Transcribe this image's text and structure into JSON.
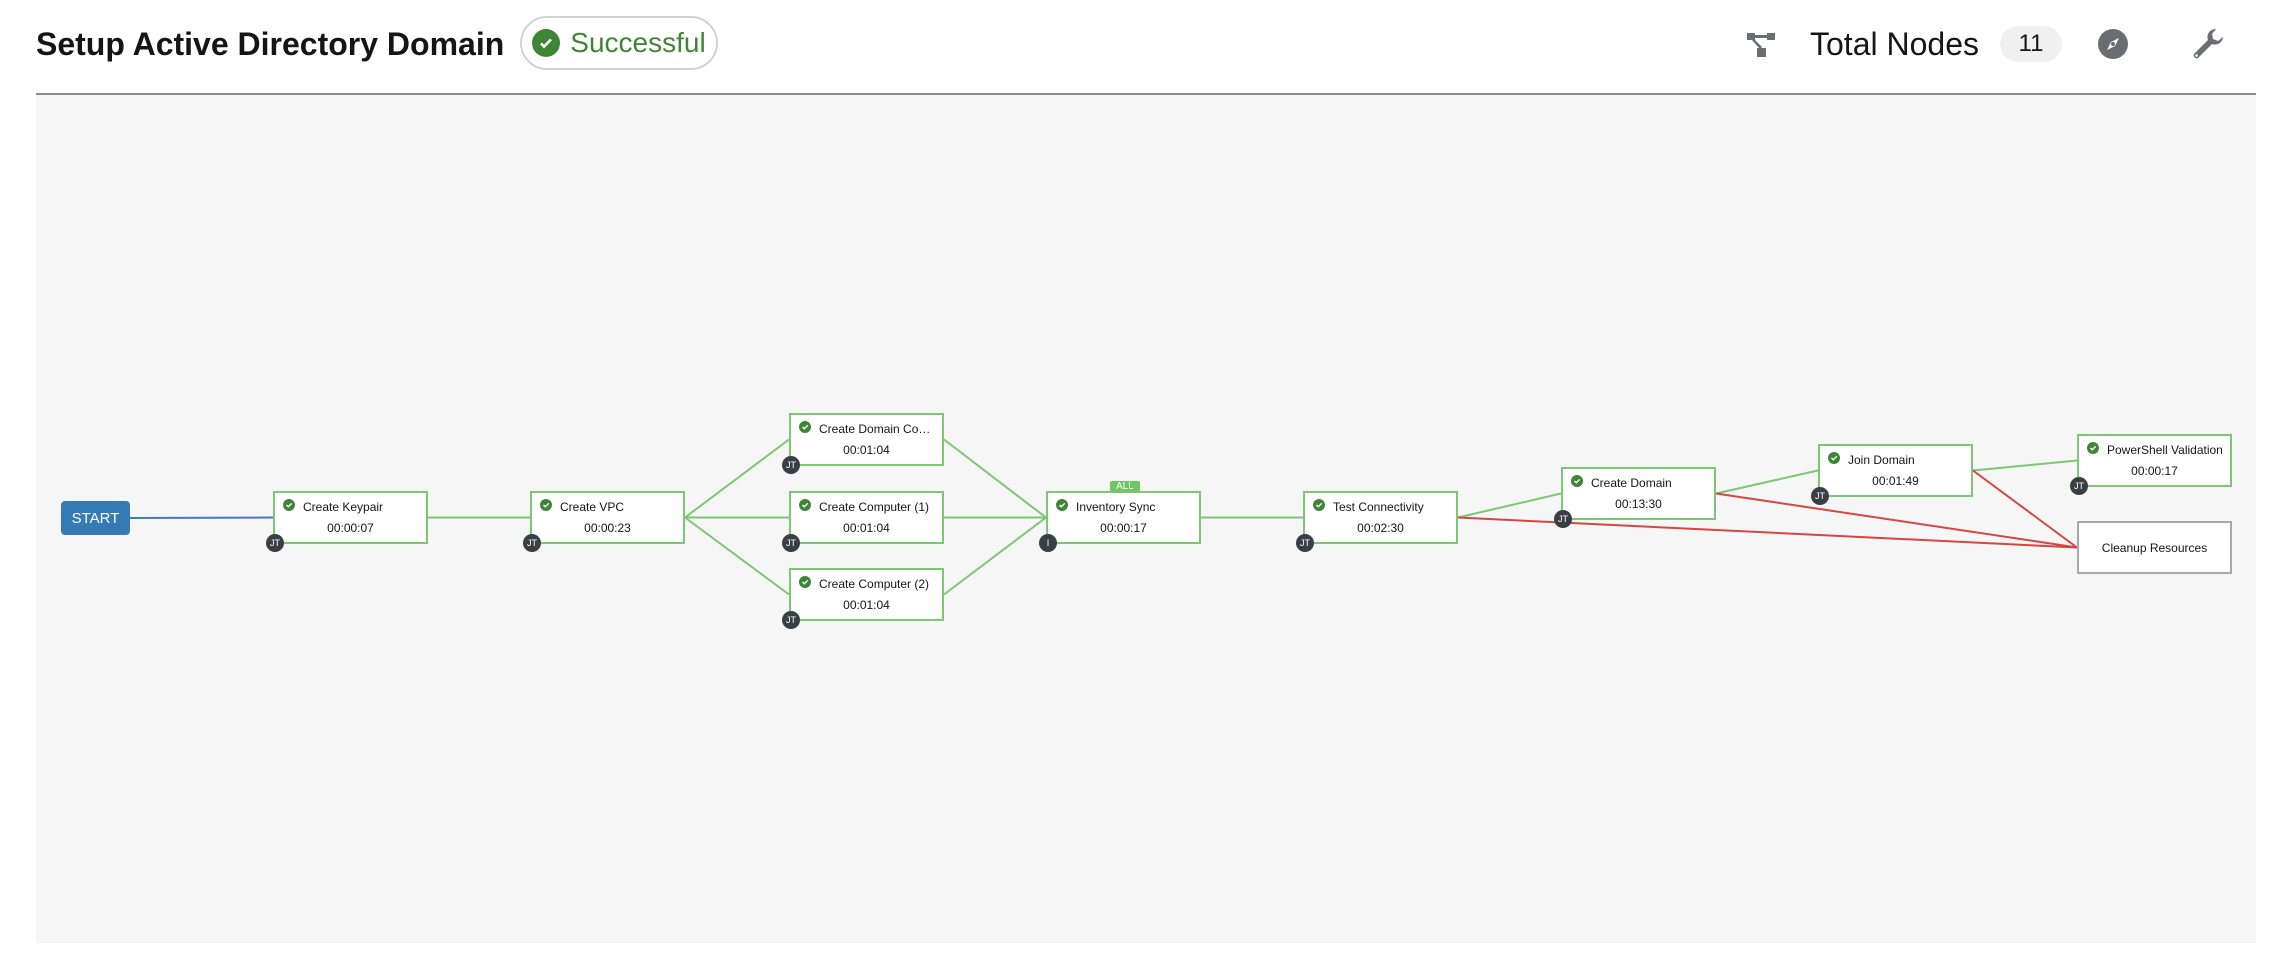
{
  "header": {
    "title": "Setup Active Directory Domain",
    "status": "Successful",
    "status_color": "#3e8635",
    "total_nodes_label": "Total Nodes",
    "total_nodes_count": "11",
    "icons": [
      "workflow-tree-icon",
      "compass-icon",
      "wrench-icon"
    ]
  },
  "graph": {
    "start_label": "START",
    "colors": {
      "success_edge": "#7cc674",
      "failure_edge": "#d64541",
      "start_edge": "#4a78b8",
      "start": "#337ab7"
    },
    "nodes": [
      {
        "id": "keypair",
        "label": "Create Keypair",
        "time": "00:00:07",
        "type": "JT",
        "status": "success"
      },
      {
        "id": "vpc",
        "label": "Create VPC",
        "time": "00:00:23",
        "type": "JT",
        "status": "success"
      },
      {
        "id": "dc",
        "label": "Create Domain Contr...",
        "time": "00:01:04",
        "type": "JT",
        "status": "success"
      },
      {
        "id": "c1",
        "label": "Create Computer (1)",
        "time": "00:01:04",
        "type": "JT",
        "status": "success"
      },
      {
        "id": "c2",
        "label": "Create Computer (2)",
        "time": "00:01:04",
        "type": "JT",
        "status": "success"
      },
      {
        "id": "inv",
        "label": "Inventory Sync",
        "time": "00:00:17",
        "type": "I",
        "status": "success",
        "convergence": "ALL"
      },
      {
        "id": "test",
        "label": "Test Connectivity",
        "time": "00:02:30",
        "type": "JT",
        "status": "success"
      },
      {
        "id": "domain",
        "label": "Create Domain",
        "time": "00:13:30",
        "type": "JT",
        "status": "success"
      },
      {
        "id": "join",
        "label": "Join Domain",
        "time": "00:01:49",
        "type": "JT",
        "status": "success"
      },
      {
        "id": "ps",
        "label": "PowerShell Validation",
        "time": "00:00:17",
        "type": "JT",
        "status": "success"
      },
      {
        "id": "cleanup",
        "label": "Cleanup Resources",
        "status": "not-run"
      }
    ],
    "edges": [
      {
        "from": "start",
        "to": "keypair",
        "kind": "always"
      },
      {
        "from": "keypair",
        "to": "vpc",
        "kind": "success"
      },
      {
        "from": "vpc",
        "to": "dc",
        "kind": "success"
      },
      {
        "from": "vpc",
        "to": "c1",
        "kind": "success"
      },
      {
        "from": "vpc",
        "to": "c2",
        "kind": "success"
      },
      {
        "from": "dc",
        "to": "inv",
        "kind": "success"
      },
      {
        "from": "c1",
        "to": "inv",
        "kind": "success"
      },
      {
        "from": "c2",
        "to": "inv",
        "kind": "success"
      },
      {
        "from": "inv",
        "to": "test",
        "kind": "success"
      },
      {
        "from": "test",
        "to": "domain",
        "kind": "success"
      },
      {
        "from": "test",
        "to": "cleanup",
        "kind": "failure"
      },
      {
        "from": "domain",
        "to": "join",
        "kind": "success"
      },
      {
        "from": "domain",
        "to": "cleanup",
        "kind": "failure"
      },
      {
        "from": "join",
        "to": "ps",
        "kind": "success"
      },
      {
        "from": "join",
        "to": "cleanup",
        "kind": "failure"
      }
    ]
  }
}
